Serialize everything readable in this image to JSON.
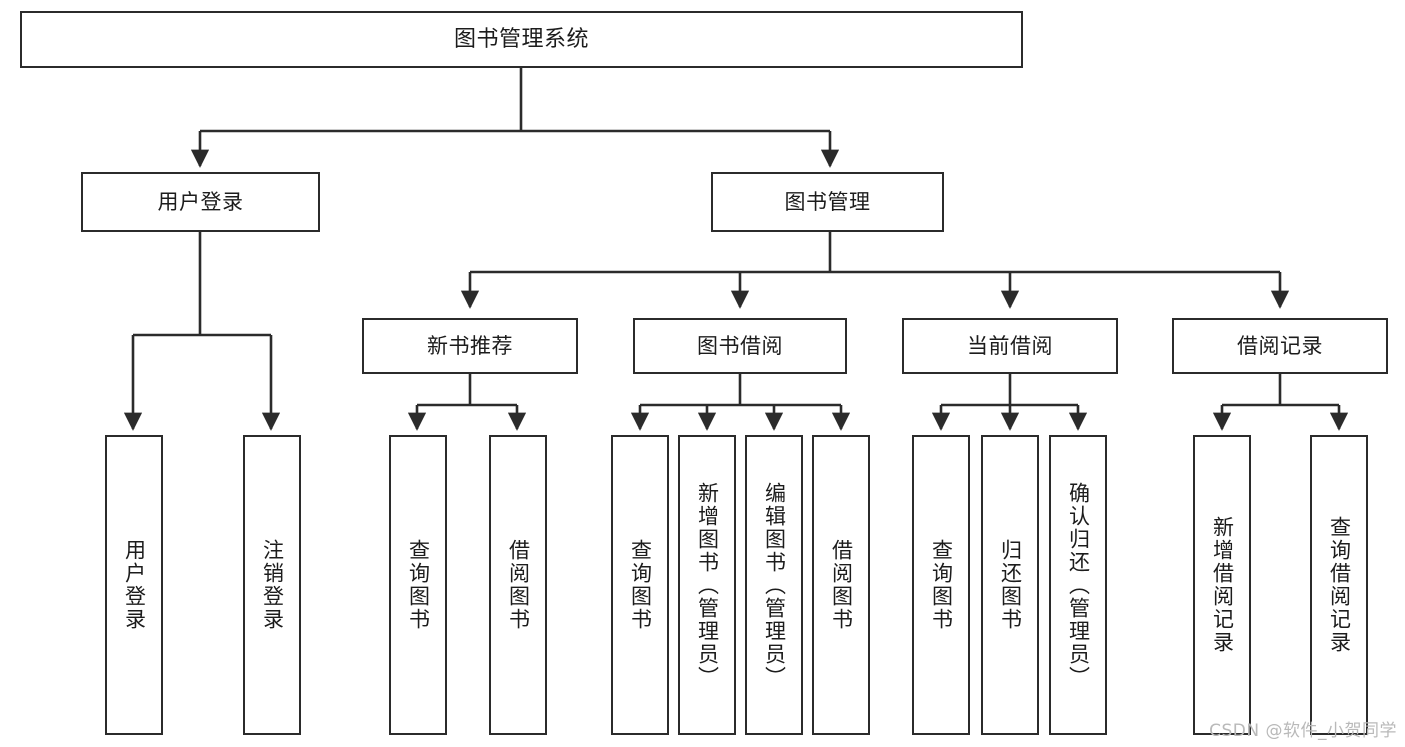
{
  "diagram": {
    "title": "图书管理系统",
    "type": "hierarchy-tree",
    "accent_color": "#2b2b2b",
    "background_color": "#ffffff",
    "root": {
      "label": "图书管理系统"
    },
    "level1": [
      {
        "label": "用户登录"
      },
      {
        "label": "图书管理"
      }
    ],
    "level2": [
      {
        "label": "新书推荐"
      },
      {
        "label": "图书借阅"
      },
      {
        "label": "当前借阅"
      },
      {
        "label": "借阅记录"
      }
    ],
    "leaves": {
      "user_login": [
        {
          "label": "用户登录"
        },
        {
          "label": "注销登录"
        }
      ],
      "new_book_recommend": [
        {
          "label": "查询图书"
        },
        {
          "label": "借阅图书"
        }
      ],
      "book_borrow": [
        {
          "label": "查询图书"
        },
        {
          "label": "新增图书（管理员）"
        },
        {
          "label": "编辑图书（管理员）"
        },
        {
          "label": "借阅图书"
        }
      ],
      "current_borrow": [
        {
          "label": "查询图书"
        },
        {
          "label": "归还图书"
        },
        {
          "label": "确认归还（管理员）"
        }
      ],
      "borrow_record": [
        {
          "label": "新增借阅记录"
        },
        {
          "label": "查询借阅记录"
        }
      ]
    }
  },
  "watermark": {
    "text": "CSDN @软件_小贺同学"
  }
}
